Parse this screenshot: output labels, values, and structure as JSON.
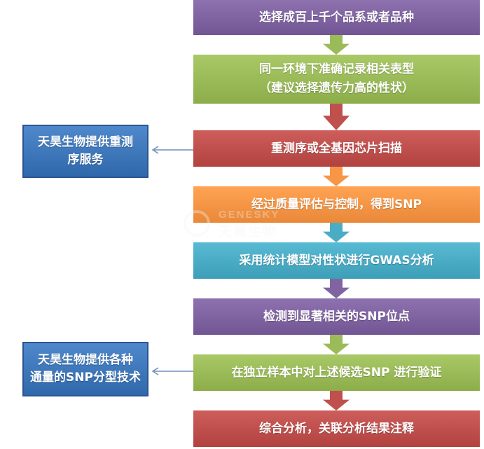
{
  "steps": [
    {
      "lines": [
        "选择成百上千个品系或者品种"
      ],
      "color": "#8064a2"
    },
    {
      "lines": [
        "同一环境下准确记录相关表型",
        "（建议选择遗传力高的性状）"
      ],
      "color": "#9bbb59"
    },
    {
      "lines": [
        "重测序或全基因芯片扫描"
      ],
      "color": "#c0504d"
    },
    {
      "lines": [
        "经过质量评估与控制，得到SNP"
      ],
      "color": "#f79646"
    },
    {
      "lines": [
        "采用统计模型对性状进行GWAS分析"
      ],
      "color": "#4bacc6"
    },
    {
      "lines": [
        "检测到显著相关的SNP位点"
      ],
      "color": "#8064a2"
    },
    {
      "lines": [
        "在独立样本中对上述候选SNP 进行验证"
      ],
      "color": "#9bbb59"
    },
    {
      "lines": [
        "综合分析，关联分析结果注释"
      ],
      "color": "#c0504d"
    }
  ],
  "side_boxes": [
    {
      "lines": [
        "天昊生物提供重测",
        "序服务"
      ],
      "color": "#3f78bb"
    },
    {
      "lines": [
        "天昊生物提供各种",
        "通量的SNP分型技术"
      ],
      "color": "#3f78bb"
    }
  ],
  "watermark": {
    "latin": "GENESKY",
    "cjk": "天昊生物"
  }
}
